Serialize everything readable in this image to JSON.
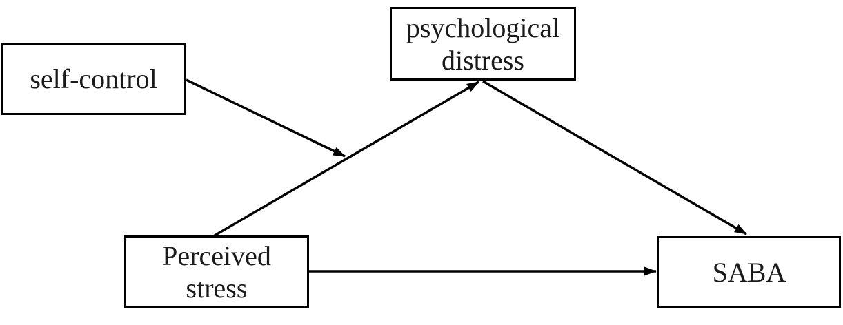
{
  "diagram": {
    "colors": {
      "background": "#ffffff",
      "box_border": "#000000",
      "arrow": "#000000",
      "text": "#1a1a1a"
    },
    "nodes": {
      "self_control": {
        "label": "self-control"
      },
      "psychological_distress": {
        "lines": [
          "psychological",
          "distress"
        ]
      },
      "perceived_stress": {
        "lines": [
          "Perceived",
          "stress"
        ]
      },
      "saba": {
        "label": "SABA"
      }
    },
    "edges": [
      {
        "from": "self-control",
        "to": "path: Perceived stress → psychological distress",
        "style": "arrow",
        "role": "moderation"
      },
      {
        "from": "Perceived stress",
        "to": "psychological distress",
        "style": "arrow",
        "role": "path-a"
      },
      {
        "from": "psychological distress",
        "to": "SABA",
        "style": "arrow",
        "role": "path-b"
      },
      {
        "from": "Perceived stress",
        "to": "SABA",
        "style": "arrow",
        "role": "direct-path"
      }
    ]
  }
}
